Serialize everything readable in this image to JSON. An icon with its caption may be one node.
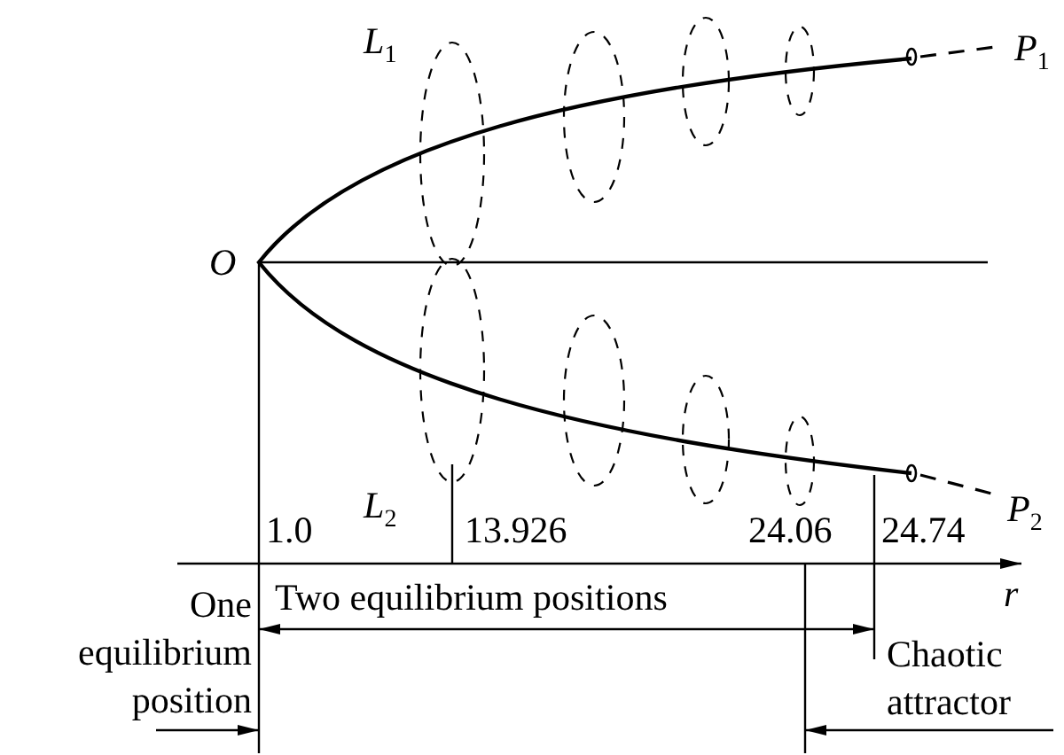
{
  "diagram": {
    "labels": [
      "*L*$_{1}$",
      "*P*$_{1}$",
      "O",
      "*L*$_{2}$",
      "*P*$_{2}$",
      "1.0",
      "13.926",
      "24.06",
      "24.74",
      "r",
      "Two equilibrium positions",
      "One equilibrium position",
      "Chaotic attractor"
    ]
  }
}
